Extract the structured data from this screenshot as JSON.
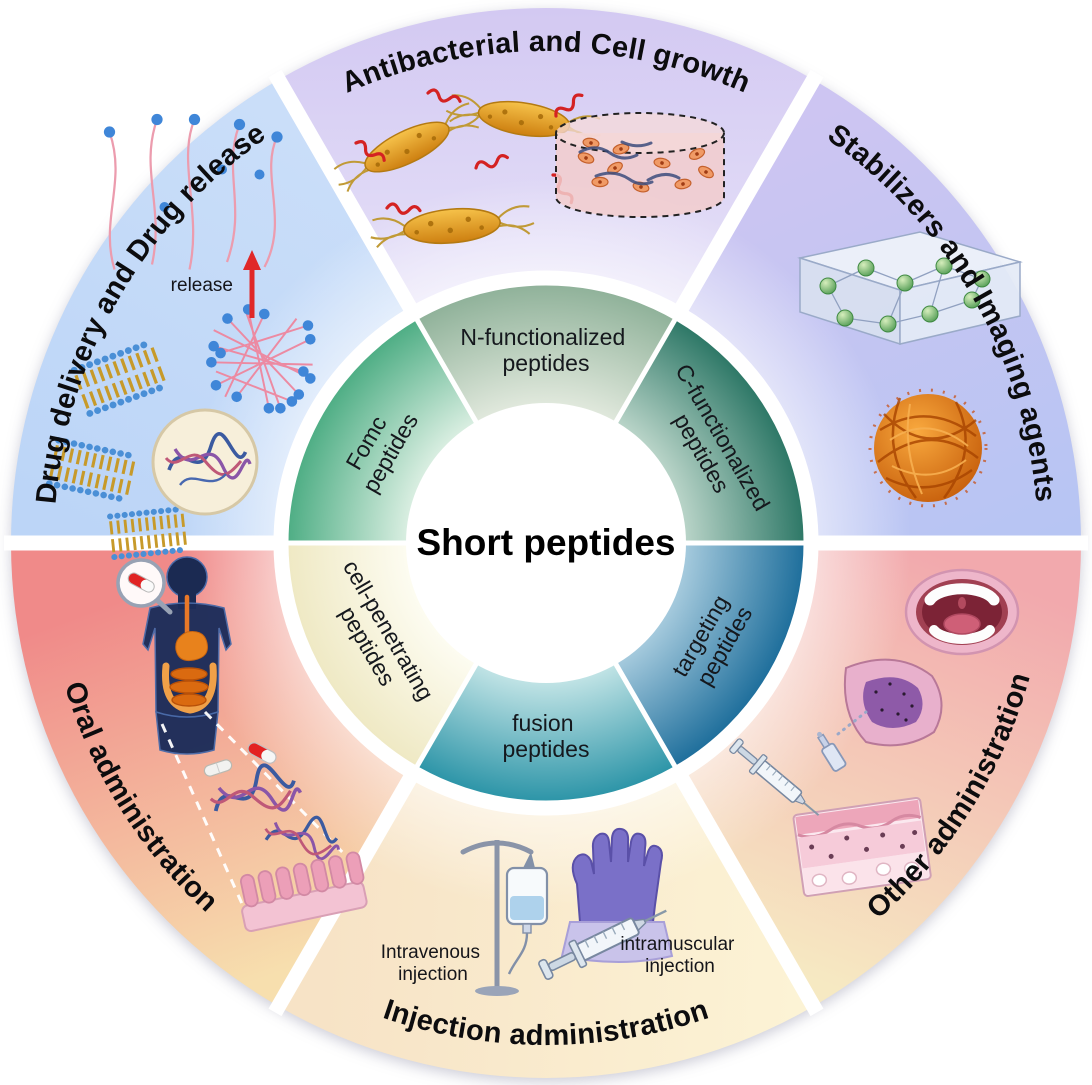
{
  "center": {
    "label": "Short peptides"
  },
  "inner_ring": {
    "segments": [
      {
        "id": "fomc_peptides",
        "line1": "Fomc",
        "line2": "peptides",
        "color": "#4fae85"
      },
      {
        "id": "n_functionalized_peptides",
        "line1": "N-functionalized",
        "line2": "peptides",
        "color": "#90b29a"
      },
      {
        "id": "c_functionalized_peptides",
        "line1": "C-functionalized",
        "line2": "peptides",
        "color": "#2e7867"
      },
      {
        "id": "targeting_peptides",
        "line1": "targeting",
        "line2": "peptides",
        "color": "#1f6f9c"
      },
      {
        "id": "fusion_peptides",
        "line1": "fusion",
        "line2": "peptides",
        "color": "#2d95a8"
      },
      {
        "id": "cell_penetrating_peptides",
        "line1": "cell-penetrating",
        "line2": "peptides",
        "color": "#efe9c4"
      }
    ]
  },
  "outer_ring": {
    "sectors": [
      {
        "id": "antibacterial_cell_growth",
        "label": "Antibacterial and Cell growth",
        "color": "#d9d2f4",
        "illustrations": [
          "bacteria",
          "antimicrobial-peptides",
          "cell-culture-dish"
        ]
      },
      {
        "id": "stabilizers_imaging_agents",
        "label": "Stabilizers and Imaging agents",
        "color": "#c3c2f2",
        "illustrations": [
          "hydrogel-network-block",
          "nanoparticle-sphere"
        ]
      },
      {
        "id": "other_administration",
        "label": "Other administration",
        "color": "#f3aeb1",
        "illustrations": [
          "mouth",
          "nasal-cavity-spray",
          "skin-injection"
        ]
      },
      {
        "id": "injection_administration",
        "label": "Injection administration",
        "color": "#fbf1d3",
        "illustrations": [
          "iv-drip-stand",
          "glove",
          "syringe"
        ]
      },
      {
        "id": "oral_administration",
        "label": "Oral administration",
        "color": "#f0908e",
        "illustrations": [
          "human-digestive-system",
          "magnifier-capsule",
          "capsules",
          "proteins",
          "intestinal-villi"
        ]
      },
      {
        "id": "drug_delivery_drug_release",
        "label": "Drug delivery and Drug release",
        "color": "#c0d8f8",
        "illustrations": [
          "polymer-drug-network",
          "released-strands",
          "release-arrow",
          "lipid-bilayers",
          "protein-vesicle"
        ]
      }
    ]
  },
  "annotations": {
    "release": "release",
    "intravenous": {
      "line1": "Intravenous",
      "line2": "injection"
    },
    "intramuscular": {
      "line1": "intramuscular",
      "line2": "injection"
    }
  }
}
